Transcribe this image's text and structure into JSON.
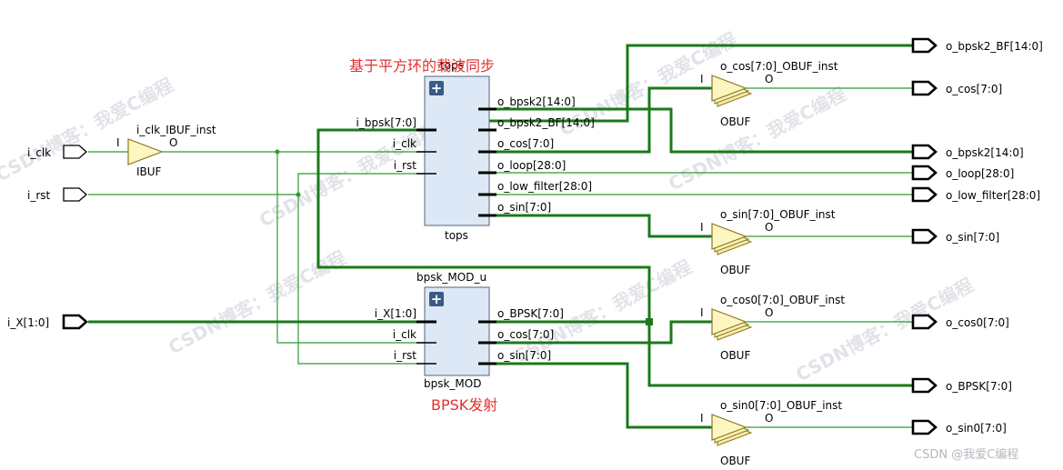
{
  "annotations": {
    "top_block_caption": "基于平方环的载波同步",
    "bottom_block_caption": "BPSK发射"
  },
  "watermarks": {
    "text": "CSDN博客：我爱C编程",
    "corner": "CSDN @我爱C编程"
  },
  "inputs": [
    "i_clk",
    "i_rst",
    "i_X[1:0]"
  ],
  "outputs": [
    "o_bpsk2_BF[14:0]",
    "o_cos[7:0]",
    "o_bpsk2[14:0]",
    "o_loop[28:0]",
    "o_low_filter[28:0]",
    "o_sin[7:0]",
    "o_cos0[7:0]",
    "o_BPSK[7:0]",
    "o_sin0[7:0]"
  ],
  "ibuf": {
    "instance": "i_clk_IBUF_inst",
    "type": "IBUF",
    "pin_in": "I",
    "pin_out": "O"
  },
  "tops": {
    "instance_top": "tops",
    "module": "tops",
    "left_pins": [
      "i_bpsk[7:0]",
      "i_clk",
      "i_rst"
    ],
    "right_pins": [
      "o_bpsk2[14:0]",
      "o_bpsk2_BF[14:0]",
      "o_cos[7:0]",
      "o_loop[28:0]",
      "o_low_filter[28:0]",
      "o_sin[7:0]"
    ]
  },
  "bpsk": {
    "instance_top": "bpsk_MOD_u",
    "module": "bpsk_MOD",
    "left_pins": [
      "i_X[1:0]",
      "i_clk",
      "i_rst"
    ],
    "right_pins": [
      "o_BPSK[7:0]",
      "o_cos[7:0]",
      "o_sin[7:0]"
    ]
  },
  "obufs": [
    {
      "instance": "o_cos[7:0]_OBUF_inst",
      "type": "OBUF",
      "pin_in": "I",
      "pin_out": "O"
    },
    {
      "instance": "o_sin[7:0]_OBUF_inst",
      "type": "OBUF",
      "pin_in": "I",
      "pin_out": "O"
    },
    {
      "instance": "o_cos0[7:0]_OBUF_inst",
      "type": "OBUF",
      "pin_in": "I",
      "pin_out": "O"
    },
    {
      "instance": "o_sin0[7:0]_OBUF_inst",
      "type": "OBUF",
      "pin_in": "I",
      "pin_out": "O"
    }
  ],
  "expand_symbol": "+",
  "colors": {
    "wire": "#2f9a2f",
    "bus": "#1a7a1a",
    "block_fill": "#dce8f5",
    "caption": "#e03030",
    "expand_button": "#3a5a88"
  }
}
